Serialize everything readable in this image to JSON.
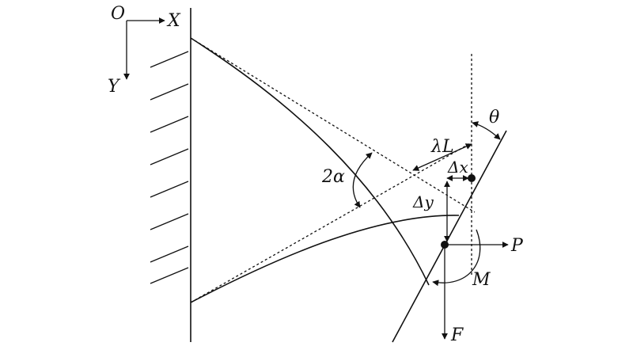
{
  "labels": {
    "origin": "O",
    "x_axis": "X",
    "y_axis": "Y",
    "angle_two_alpha": "2α",
    "lambda_l": "λL",
    "theta": "θ",
    "delta_x": "Δx",
    "delta_y": "Δy",
    "force_p": "P",
    "moment_m": "M",
    "force_f": "F"
  }
}
